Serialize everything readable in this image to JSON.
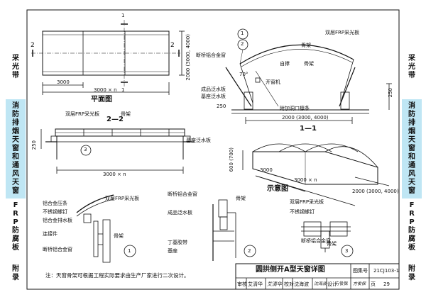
{
  "side_tabs": {
    "left": [
      {
        "label": "采光带",
        "active": false
      },
      {
        "label": "消防排烟天窗和通风天窗",
        "active": true
      },
      {
        "label": "FRP防腐板",
        "active": false
      },
      {
        "label": "附录",
        "active": false
      }
    ],
    "right": [
      {
        "label": "采光带",
        "active": false
      },
      {
        "label": "消防排烟天窗和通风天窗",
        "active": true
      },
      {
        "label": "FRP防腐板",
        "active": false
      },
      {
        "label": "附录",
        "active": false
      }
    ],
    "active_color": "#bfe6f4"
  },
  "plan": {
    "title": "平面图",
    "marker_top": "1",
    "marker_bottom": "1",
    "marker_left": "2",
    "marker_right": "2",
    "dim_module": "3000",
    "dim_total": "3000 × n",
    "dim_width": "2000 (3000, 4000)"
  },
  "section11": {
    "title": "1—1",
    "callout_1": "1",
    "callout_2": "2",
    "frp_panel": "双层FRP采光板",
    "frame": "骨架",
    "al_window": "断桥铝合金窗",
    "strut": "自撑",
    "opener": "开窗机",
    "frame2": "骨架",
    "flash_board": "成品泛水板",
    "base_flash": "基座泛水板",
    "angle": "70°",
    "opening_note": "附加洞口檩条",
    "dim_250": "250",
    "dim_width": "2000 (3000, 4000)"
  },
  "section22": {
    "title": "2—2",
    "frp_panel": "双层FRP采光板",
    "frame": "骨架",
    "base_flash": "基座泛水板",
    "callout": "3",
    "dim_250": "250",
    "dim_total": "3000 × n"
  },
  "schematic": {
    "title": "示意图",
    "dim_height": "600 (700)",
    "dim_module": "3000",
    "dim_total": "3000 × n",
    "dim_width": "2000 (3000, 4000)"
  },
  "detail1": {
    "number": "1",
    "frp_panel": "双层FRP采光板",
    "press_strip": "铝合金压条",
    "screw": "不锈钢螺钉",
    "gutter": "铝合金排水板",
    "connector": "连接件",
    "frame": "骨架",
    "al_window": "断桥铝合金窗"
  },
  "detail2": {
    "number": "2",
    "frame": "骨架",
    "al_window": "断桥铝合金窗",
    "flash_board": "成品泛水板",
    "tape": "丁基胶带",
    "base": "基座"
  },
  "detail3": {
    "number": "3",
    "frp_panel": "双层FRP采光板",
    "screw": "不锈钢螺钉",
    "al_window": "断桥铝合金窗",
    "frame": "骨架"
  },
  "note": "注：天窗骨架可根据工程实际要求由生产厂家进行二次设计。",
  "title_block": {
    "title": "圆拱侧开A型天窗详图",
    "atlas_label": "图集号",
    "atlas_no": "21CJ103-1",
    "review_label": "审核",
    "reviewer": "艾清华",
    "review_sign": "艾清华",
    "check_label": "校对",
    "checker": "沈海波",
    "check_sign": "沈海波",
    "design_label": "设计",
    "designer": "方俊保",
    "design_sign": "方俊保",
    "page_label": "页",
    "page_no": "29"
  }
}
